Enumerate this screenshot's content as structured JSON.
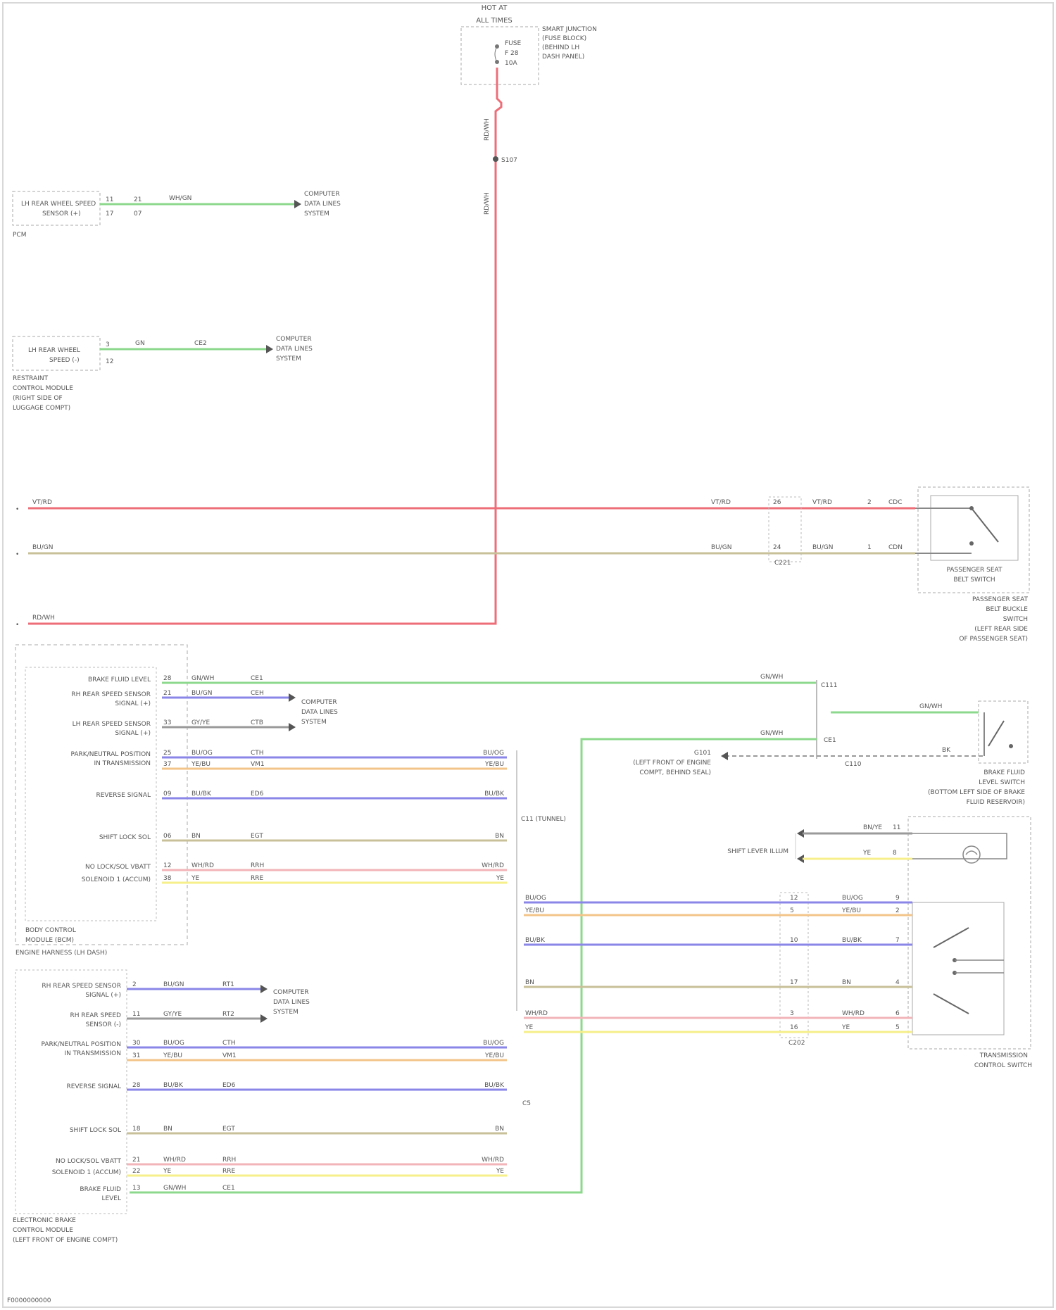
{
  "diagram": {
    "footer_code": "F0000000000",
    "fuse_block": {
      "title_top": "HOT AT",
      "title_sub": "ALL TIMES",
      "fuse_label": "FUSE",
      "fuse_id": "F 28",
      "fuse_amp": "10A",
      "location_lines": [
        "SMART JUNCTION",
        "(FUSE BLOCK)",
        "(BEHIND LH",
        "DASH PANEL)"
      ]
    },
    "splice_main": "S107",
    "harness_left_1": {
      "box_lines": [
        "LH REAR WHEEL SPEED",
        "SENSOR (+)"
      ],
      "pin_a": "11",
      "pin_b": "17",
      "pin_c": "21",
      "pin_d": "07",
      "wire_label": "WH/GN",
      "dest_lines": [
        "COMPUTER",
        "DATA LINES",
        "SYSTEM"
      ],
      "caption": "PCM"
    },
    "harness_left_2": {
      "box_lines": [
        "LH REAR WHEEL",
        "SPEED (-)"
      ],
      "pin_a": "3",
      "pin_b": "12",
      "wire_label": "GN",
      "circuit": "CE2",
      "dest_lines": [
        "COMPUTER",
        "DATA LINES",
        "SYSTEM"
      ],
      "caption_lines": [
        "RESTRAINT",
        "CONTROL MODULE",
        "(RIGHT SIDE OF",
        "LUGGAGE COMPT)"
      ]
    },
    "power_lines": {
      "left_label_1": "VT/RD",
      "left_label_2": "BU/GN",
      "left_label_3": "RD/WH",
      "right_label_1": "VT/RD",
      "right_label_2": "BU/GN",
      "conn_pin_1": "26",
      "conn_pin_2": "24",
      "conn_id": "C221",
      "far_label_1": "VT/RD",
      "far_label_2": "BU/GN",
      "far_circuit_1": "CDC",
      "far_circuit_2": "CDN",
      "sw_pin_1": "2",
      "sw_pin_2": "1",
      "sw_inner_lines": [
        "PASSENGER SEAT",
        "BELT SWITCH"
      ],
      "sw_caption_lines": [
        "PASSENGER SEAT",
        "BELT BUCKLE",
        "SWITCH",
        "(LEFT REAR SIDE",
        "OF PASSENGER SEAT)"
      ]
    },
    "bcm": {
      "rows": [
        {
          "label": "BRAKE FLUID LEVEL",
          "pin": "28",
          "wire": "GN/WH",
          "circuit": "CE1"
        },
        {
          "label": "RH REAR SPEED SENSOR",
          "label2": "SIGNAL (+)",
          "pin": "21",
          "wire": "BU/GN",
          "circuit": "CEH"
        },
        {
          "label": "LH REAR SPEED SENSOR",
          "label2": "SIGNAL (+)",
          "pin": "33",
          "wire": "GY/YE",
          "circuit": "CTB"
        },
        {
          "label": "PARK/NEUTRAL POSITION",
          "label2": "IN TRANSMISSION",
          "pin": "25",
          "wire": "BU/OG",
          "circuit": "CTH"
        },
        {
          "label": "",
          "pin": "37",
          "wire": "YE/BU",
          "circuit": "VM1"
        },
        {
          "label": "REVERSE SIGNAL",
          "pin": "09",
          "wire": "BU/BK",
          "circuit": "ED6"
        },
        {
          "label": "SHIFT LOCK SOL",
          "pin": "06",
          "wire": "BN",
          "circuit": "EGT"
        },
        {
          "label": "NO LOCK/SOL VBATT",
          "pin": "12",
          "wire": "WH/RD",
          "circuit": "RRH"
        },
        {
          "label": "SOLENOID 1 (ACCUM)",
          "pin": "38",
          "wire": "YE",
          "circuit": "RRE"
        }
      ],
      "right_labels": [
        "BU/OG",
        "YE/BU",
        "BU/BK",
        "BN",
        "WH/RD",
        "YE"
      ],
      "caption_lines": [
        "BODY CONTROL",
        "MODULE (BCM)"
      ],
      "caption_2": "ENGINE HARNESS (LH DASH)",
      "dest_lines": [
        "COMPUTER",
        "DATA LINES",
        "SYSTEM"
      ],
      "conn_label": "C11 (TUNNEL)"
    },
    "ebcm": {
      "rows": [
        {
          "label": "RH REAR SPEED SENSOR",
          "label2": "SIGNAL (+)",
          "pin": "2",
          "wire": "BU/GN",
          "circuit": "RT1"
        },
        {
          "label": "RH REAR SPEED",
          "label2": "SENSOR (-)",
          "pin": "11",
          "wire": "GY/YE",
          "circuit": "RT2"
        },
        {
          "label": "PARK/NEUTRAL POSITION",
          "label2": "IN TRANSMISSION",
          "pin": "30",
          "wire": "BU/OG",
          "circuit": "CTH"
        },
        {
          "label": "",
          "pin": "31",
          "wire": "YE/BU",
          "circuit": "VM1"
        },
        {
          "label": "REVERSE SIGNAL",
          "pin": "28",
          "wire": "BU/BK",
          "circuit": "ED6"
        },
        {
          "label": "SHIFT LOCK SOL",
          "pin": "18",
          "wire": "BN",
          "circuit": "EGT"
        },
        {
          "label": "NO LOCK/SOL VBATT",
          "pin": "21",
          "wire": "WH/RD",
          "circuit": "RRH"
        },
        {
          "label": "SOLENOID 1 (ACCUM)",
          "pin": "22",
          "wire": "YE",
          "circuit": "RRE"
        },
        {
          "label": "BRAKE FLUID",
          "label2": "LEVEL",
          "pin": "13",
          "wire": "GN/WH",
          "circuit": "CE1"
        }
      ],
      "right_labels": [
        "BU/OG",
        "YE/BU",
        "BU/BK",
        "BN",
        "WH/RD",
        "YE"
      ],
      "caption_lines": [
        "ELECTRONIC BRAKE",
        "CONTROL MODULE",
        "(LEFT FRONT OF ENGINE COMPT)"
      ],
      "dest_lines": [
        "COMPUTER",
        "DATA LINES",
        "SYSTEM"
      ],
      "conn_label": "C5"
    },
    "brake_switch": {
      "wire_top": "GN/WH",
      "wire_mid": "GN/WH",
      "wire_mid_2": "CE1",
      "ground_wire": "BK",
      "ground_label_lines": [
        "G101",
        "(LEFT FRONT OF ENGINE",
        "COMPT, BEHIND SEAL)"
      ],
      "conn_1": "C111",
      "conn_2": "C110",
      "caption_lines": [
        "BRAKE FLUID",
        "LEVEL SWITCH",
        "(BOTTOM LEFT SIDE OF BRAKE",
        "FLUID RESERVOIR)"
      ]
    },
    "trans_switch": {
      "illum_label": "SHIFT LEVER ILLUM",
      "rows_top": [
        {
          "wire": "BN/YE",
          "pin": "11"
        },
        {
          "wire": "YE",
          "pin": "8"
        }
      ],
      "rows": [
        {
          "left": "BU/OG",
          "pin_a": "12",
          "wire": "BU/OG",
          "pin_b": "9"
        },
        {
          "left": "YE/BU",
          "pin_a": "5",
          "wire": "YE/BU",
          "pin_b": "2"
        },
        {
          "left": "BU/BK",
          "pin_a": "10",
          "wire": "BU/BK",
          "pin_b": "7"
        },
        {
          "left": "BN",
          "pin_a": "17",
          "wire": "BN",
          "pin_b": "4"
        },
        {
          "left": "WH/RD",
          "pin_a": "3",
          "wire": "WH/RD",
          "pin_b": "6"
        },
        {
          "left": "YE",
          "pin_a": "16",
          "wire": "YE",
          "pin_b": "5"
        }
      ],
      "conn": "C202",
      "caption_lines": [
        "TRANSMISSION",
        "CONTROL SWITCH"
      ]
    }
  },
  "colors": {
    "red": "#ee6e78",
    "green": "#8cd88c",
    "blue": "#8a86e8",
    "yellow": "#f6ef8a",
    "tan": "#c8c098",
    "orange": "#f3c48a",
    "pink": "#f2b4b8",
    "gray": "#9a9a9a"
  }
}
